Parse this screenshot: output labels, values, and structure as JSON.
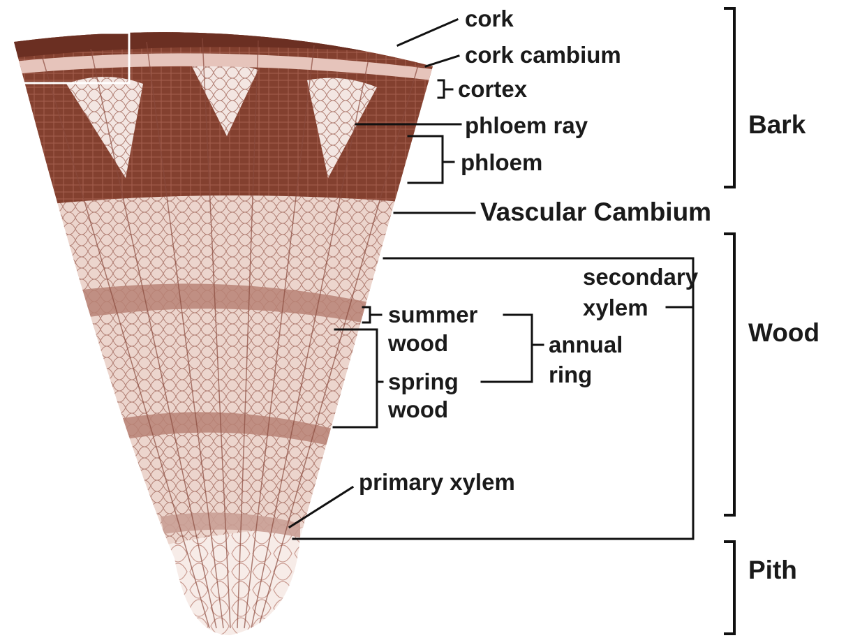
{
  "labels": {
    "cork": "cork",
    "cork_cambium": "cork cambium",
    "cortex": "cortex",
    "phloem_ray": "phloem ray",
    "phloem": "phloem",
    "vascular_cambium": "Vascular Cambium",
    "secondary_xylem_1": "secondary",
    "secondary_xylem_2": "xylem",
    "summer_wood_1": "summer",
    "summer_wood_2": "wood",
    "spring_wood_1": "spring",
    "spring_wood_2": "wood",
    "annual_ring_1": "annual",
    "annual_ring_2": "ring",
    "primary_xylem": "primary xylem"
  },
  "groups": {
    "bark": "Bark",
    "wood": "Wood",
    "pith": "Pith"
  },
  "colors": {
    "bark_dark": "#7a3a2c",
    "bark_mid": "#9a5546",
    "wood_light": "#e8cfc6",
    "pith": "#f7ece8",
    "cell_line": "#a0685c"
  }
}
